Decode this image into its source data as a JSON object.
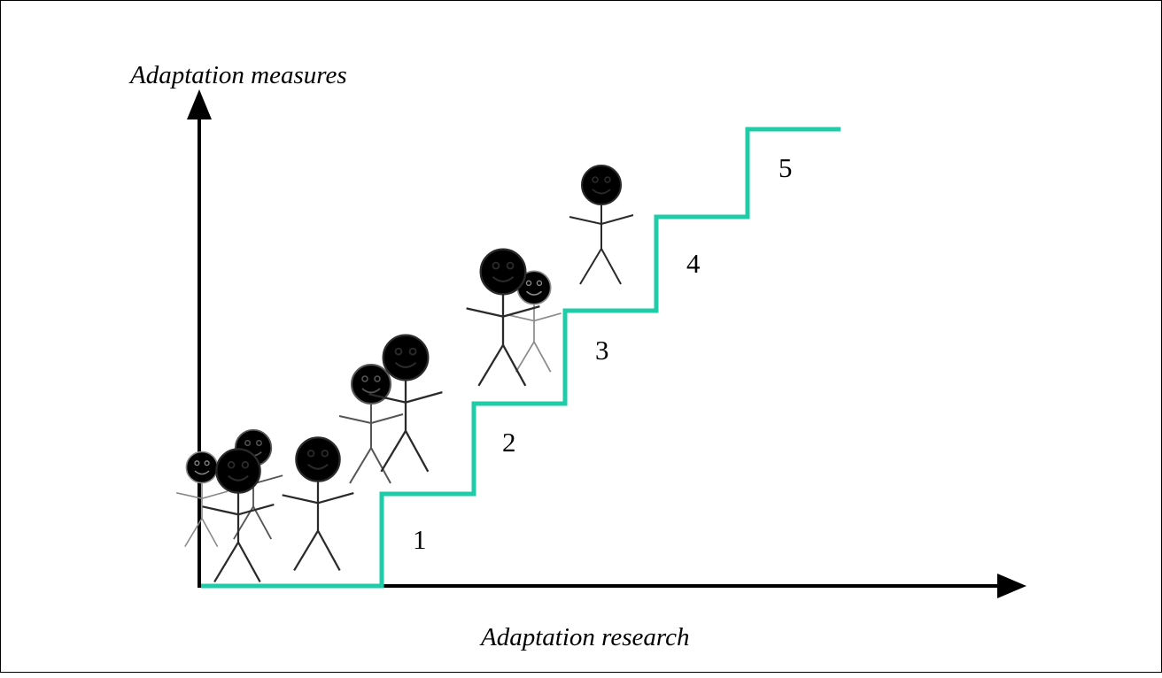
{
  "diagram": {
    "y_axis_label": "Adaptation measures",
    "x_axis_label": "Adaptation research",
    "step_labels": [
      "1",
      "2",
      "3",
      "4",
      "5"
    ],
    "colors": {
      "staircase": "#1fcca8",
      "axes": "#000000",
      "figure_dark": "#2a2a2a",
      "figure_light": "#8a8a8a"
    },
    "figures": [
      "stick-person",
      "stick-person",
      "stick-person",
      "stick-person",
      "stick-person",
      "stick-person",
      "stick-person",
      "stick-person",
      "stick-person"
    ]
  }
}
